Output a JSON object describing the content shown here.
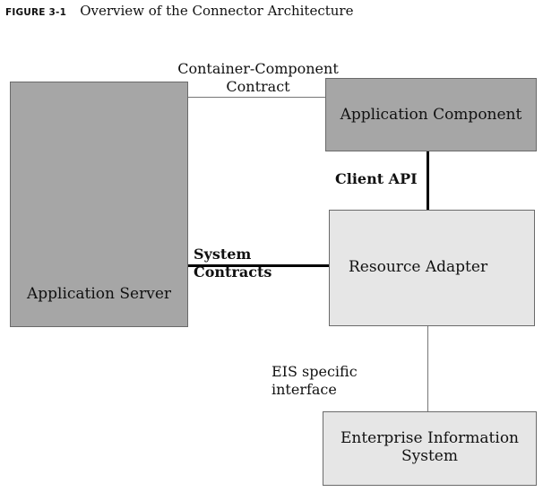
{
  "caption": {
    "label": "FIGURE 3-1",
    "title": "Overview of the Connector Architecture"
  },
  "boxes": {
    "application_server": {
      "label": "Application Server",
      "fill": "#a6a6a6"
    },
    "application_component": {
      "label": "Application Component",
      "fill": "#a6a6a6"
    },
    "resource_adapter": {
      "label": "Resource Adapter",
      "fill": "#e6e6e6"
    },
    "eis": {
      "label": "Enterprise Information\nSystem",
      "fill": "#e6e6e6"
    }
  },
  "connections": {
    "container_component": "Container-Component\nContract",
    "client_api": "Client API",
    "system_contracts": "System Contracts",
    "eis_interface": "EIS specific interface"
  }
}
